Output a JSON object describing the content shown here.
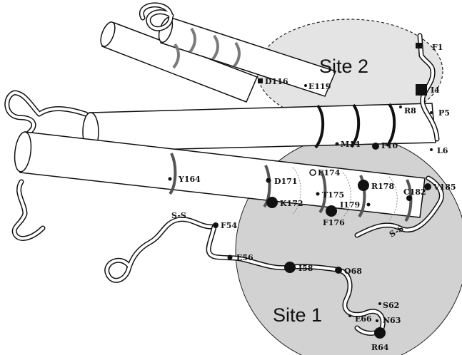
{
  "sites": {
    "site1": "Site 1",
    "site2": "Site 2"
  },
  "disulfide": {
    "left": "S-S",
    "right": "S-S"
  },
  "residues": {
    "F1": "F1",
    "I4": "I4",
    "P5": "P5",
    "L6": "L6",
    "R8": "R8",
    "F10": "F10",
    "M14": "M14",
    "D116": "D116",
    "E119": "E119",
    "Y164": "Y164",
    "D171": "D171",
    "K172": "K172",
    "E174": "E174",
    "T175": "T175",
    "F176": "F176",
    "R178": "R178",
    "I179": "I179",
    "C182": "C182",
    "V185": "V185",
    "F54": "F54",
    "E56": "E56",
    "I58": "I58",
    "Q68": "Q68",
    "S62": "S62",
    "N63": "N63",
    "R64": "R64",
    "E66": "E66"
  },
  "colors": {
    "site1_fill": "#d2d2d2",
    "site2_fill": "#e4e4e4",
    "ink": "#111111",
    "helix_stripe": "#7a7a7a"
  }
}
